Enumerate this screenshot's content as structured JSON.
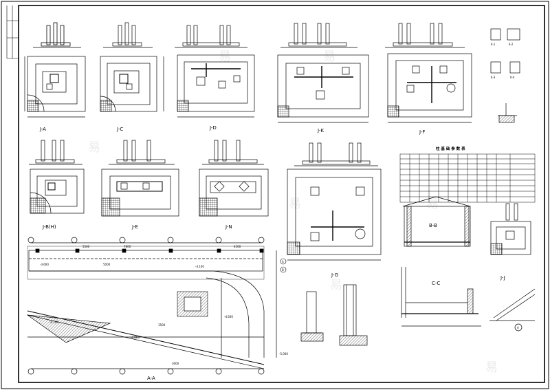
{
  "views": {
    "j_a": "J-A",
    "j_c": "J-C",
    "j_d": "J-D",
    "j_k": "J-K",
    "j_f": "J-F",
    "j_bh": "J-B(H)",
    "j_e": "J-E",
    "j_n": "J-N",
    "j_g": "J-G",
    "j_j": "J-J"
  },
  "sections": {
    "a_a": "A-A",
    "b_b": "B-B",
    "c_c": "C-C",
    "ii_1": "II-1",
    "ii_2": "II-2",
    "ii_3": "II-3",
    "ii_4": "II-4"
  },
  "table": {
    "title": "柱 基 础 参 数 表"
  },
  "elevations": {
    "e1": "-3.600",
    "e2": "-4.100",
    "e3": "-4.600",
    "e4": "-5.000",
    "e5": "-0.100",
    "e6": "-4.860"
  },
  "dims": {
    "d5500": "5500",
    "d7800": "7800",
    "d5000": "5000",
    "d4500": "4500",
    "d1500": "1500",
    "d3600": "3600"
  },
  "axis": {
    "a": "A",
    "b": "B"
  },
  "watermark": "易"
}
